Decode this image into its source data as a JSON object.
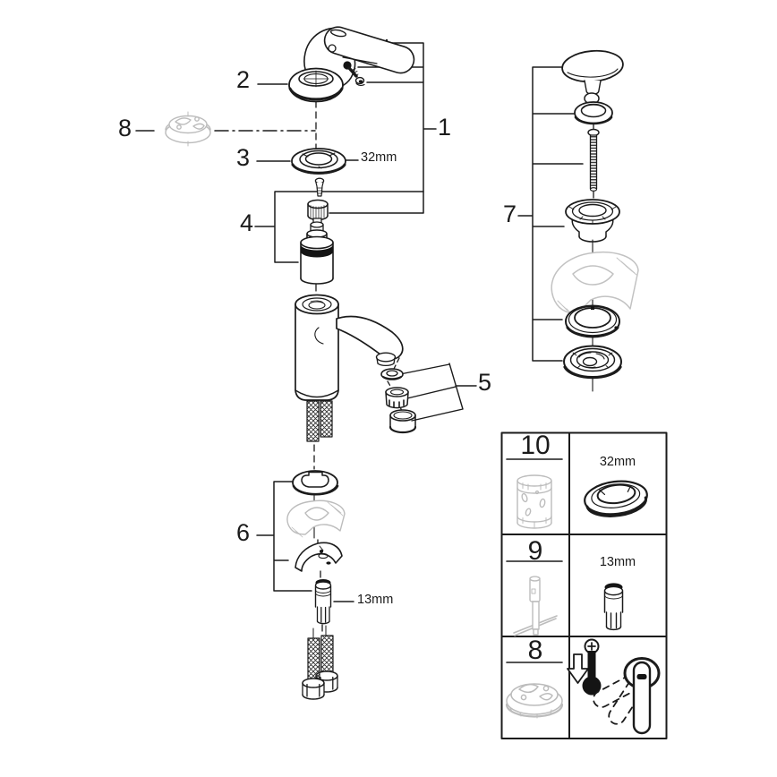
{
  "figure": {
    "kind": "faucet-exploded-parts-diagram",
    "callouts": {
      "n1": "1",
      "n2": "2",
      "n3": "3",
      "n4": "4",
      "n5": "5",
      "n6": "6",
      "n7": "7",
      "n8": "8"
    },
    "dimension_labels": {
      "escutcheon_ring": "32mm",
      "mounting_stud": "13mm"
    },
    "parts_table": {
      "rows": [
        {
          "ref": "10",
          "dimension": "32mm",
          "icon": "mounting-socket-tool"
        },
        {
          "ref": "9",
          "dimension": "13mm",
          "icon": "pin-wrench-tool"
        },
        {
          "ref": "8",
          "dimension": "",
          "icon": "temperature-limiter-ring"
        }
      ]
    },
    "colors": {
      "line": "#1b1b1b",
      "ghost": "#bcbcbc",
      "background": "#ffffff"
    }
  }
}
